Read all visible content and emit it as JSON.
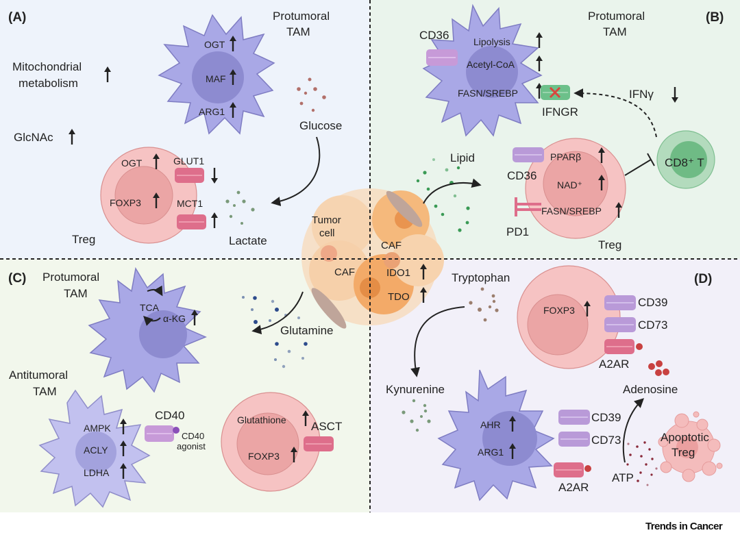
{
  "figure": {
    "journal": "Trends in Cancer",
    "colors": {
      "panel_a_bg": "#eef3fb",
      "panel_b_bg": "#eaf4ec",
      "panel_c_bg": "#f2f7ec",
      "panel_d_bg": "#f2f0f9",
      "tam_body": "#a9a8e6",
      "tam_nucleus": "#8d8bd0",
      "treg_body": "#f6c3c3",
      "treg_nucleus": "#eba5a5",
      "cd8_body": "#b3dbbd",
      "cd8_nucleus": "#6fbb85",
      "receptor_pink": "#de6e8b",
      "receptor_purple": "#b99ad8",
      "ifngr_green": "#6cc08a",
      "tumor_orange": "#f4b77b",
      "glucose_dot": "#b2706a",
      "lactate_dot": "#7a9a7a",
      "lipid_dot": "#3a9a55",
      "glutamine_dot": "#2d4b8c",
      "tryptophan_dot": "#9b7e6e",
      "adenosine_dot": "#c84141"
    },
    "center": {
      "tumor_label_1": "Tumor",
      "tumor_label_2": "cell",
      "caf_top": "CAF",
      "caf_bottom": "CAF",
      "ido1": "IDO1",
      "tdo": "TDO"
    }
  },
  "panels": {
    "A": {
      "letter": "(A)",
      "tam_title_1": "Protumoral",
      "tam_title_2": "TAM",
      "tam_markers": [
        "OGT",
        "MAF",
        "ARG1"
      ],
      "mito_1": "Mitochondrial",
      "mito_2": "metabolism",
      "glcnac": "GlcNAc",
      "treg_label": "Treg",
      "treg_markers": [
        "OGT",
        "FOXP3"
      ],
      "glut1": "GLUT1",
      "mct1": "MCT1",
      "glucose": "Glucose",
      "lactate": "Lactate"
    },
    "B": {
      "letter": "(B)",
      "tam_title_1": "Protumoral",
      "tam_title_2": "TAM",
      "cd36_tam": "CD36",
      "tam_markers": [
        "Lipolysis",
        "Acetyl-CoA",
        "FASN/SREBP"
      ],
      "ifngr": "IFNGR",
      "ifng": "IFNγ",
      "lipid": "Lipid",
      "cd36_treg": "CD36",
      "pd1": "PD1",
      "treg_markers": [
        "PPARβ",
        "NAD⁺",
        "FASN/SREBP"
      ],
      "treg_label": "Treg",
      "cd8": "CD8⁺ T"
    },
    "C": {
      "letter": "(C)",
      "pro_tam_1": "Protumoral",
      "pro_tam_2": "TAM",
      "tca": "TCA",
      "akg": "α-KG",
      "glutamine": "Glutamine",
      "anti_tam_1": "Antitumoral",
      "anti_tam_2": "TAM",
      "anti_markers": [
        "AMPK",
        "ACLY",
        "LDHA"
      ],
      "cd40": "CD40",
      "cd40_agonist_1": "CD40",
      "cd40_agonist_2": "agonist",
      "treg_markers": [
        "Glutathione",
        "FOXP3"
      ],
      "asct": "ASCT"
    },
    "D": {
      "letter": "(D)",
      "tryptophan": "Tryptophan",
      "kynurenine": "Kynurenine",
      "treg_marker": "FOXP3",
      "treg_receptors": [
        "CD39",
        "CD73",
        "A2AR"
      ],
      "tam_markers": [
        "AHR",
        "ARG1"
      ],
      "tam_receptors": [
        "CD39",
        "CD73",
        "A2AR"
      ],
      "adenosine": "Adenosine",
      "atp": "ATP",
      "apoptotic_1": "Apoptotic",
      "apoptotic_2": "Treg"
    }
  }
}
